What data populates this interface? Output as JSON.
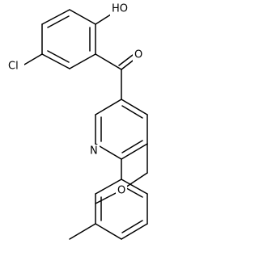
{
  "structure": {
    "atoms": {
      "hydroxyl": "HO",
      "chlorine": "Cl",
      "carbonyl_oxygen": "O",
      "pyridine_nitrogen": "N",
      "ether_oxygen": "O"
    }
  }
}
